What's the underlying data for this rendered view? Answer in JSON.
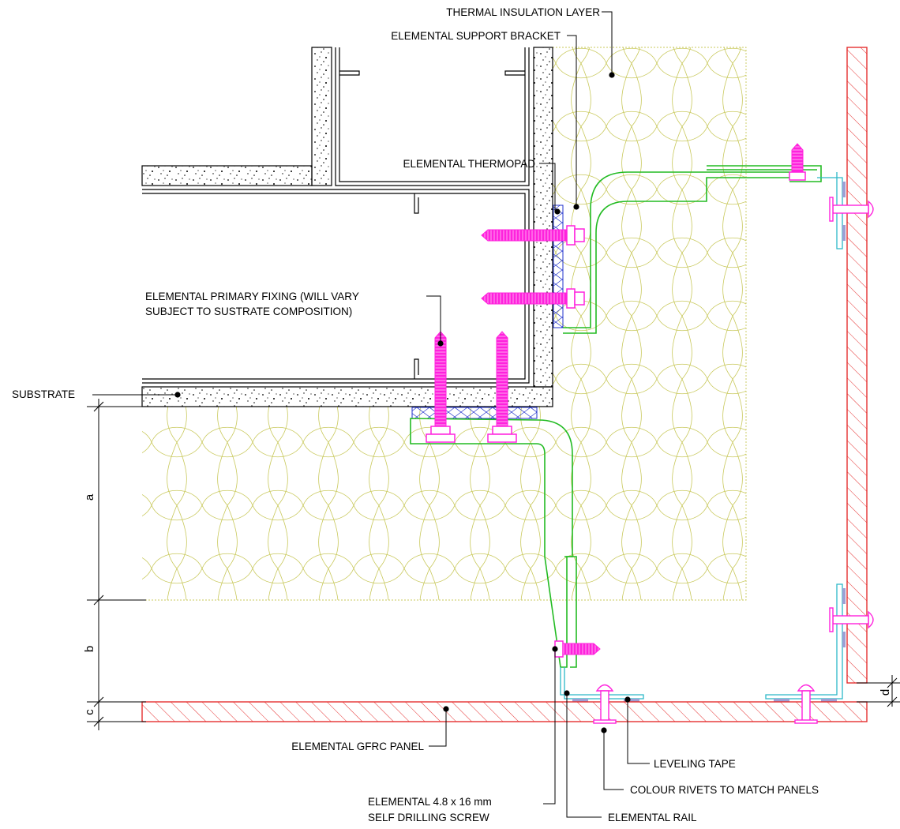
{
  "labels": {
    "thermal_insulation": "THERMAL INSULATION LAYER",
    "support_bracket": "ELEMENTAL SUPPORT BRACKET",
    "thermopad": "ELEMENTAL THERMOPAD",
    "primary_fixing_line1": "ELEMENTAL PRIMARY FIXING (WILL VARY",
    "primary_fixing_line2": "SUBJECT TO SUSTRATE COMPOSITION)",
    "substrate": "SUBSTRATE",
    "gfrc_panel": "ELEMENTAL GFRC PANEL",
    "screw_line1": "ELEMENTAL  4.8  x 16 mm",
    "screw_line2": "SELF DRILLING SCREW",
    "rail": "ELEMENTAL RAIL",
    "leveling_tape": "LEVELING TAPE",
    "rivets": "COLOUR RIVETS TO MATCH PANELS"
  },
  "dimensions": {
    "a": "a",
    "b": "b",
    "c": "c",
    "d": "d"
  },
  "colors": {
    "panel_hatch": "#e53030",
    "bracket": "#22bb22",
    "fixing": "#ff22dd",
    "rail": "#2bb8c8",
    "insulation": "#c8c85a",
    "thermopad": "#2233cc"
  }
}
